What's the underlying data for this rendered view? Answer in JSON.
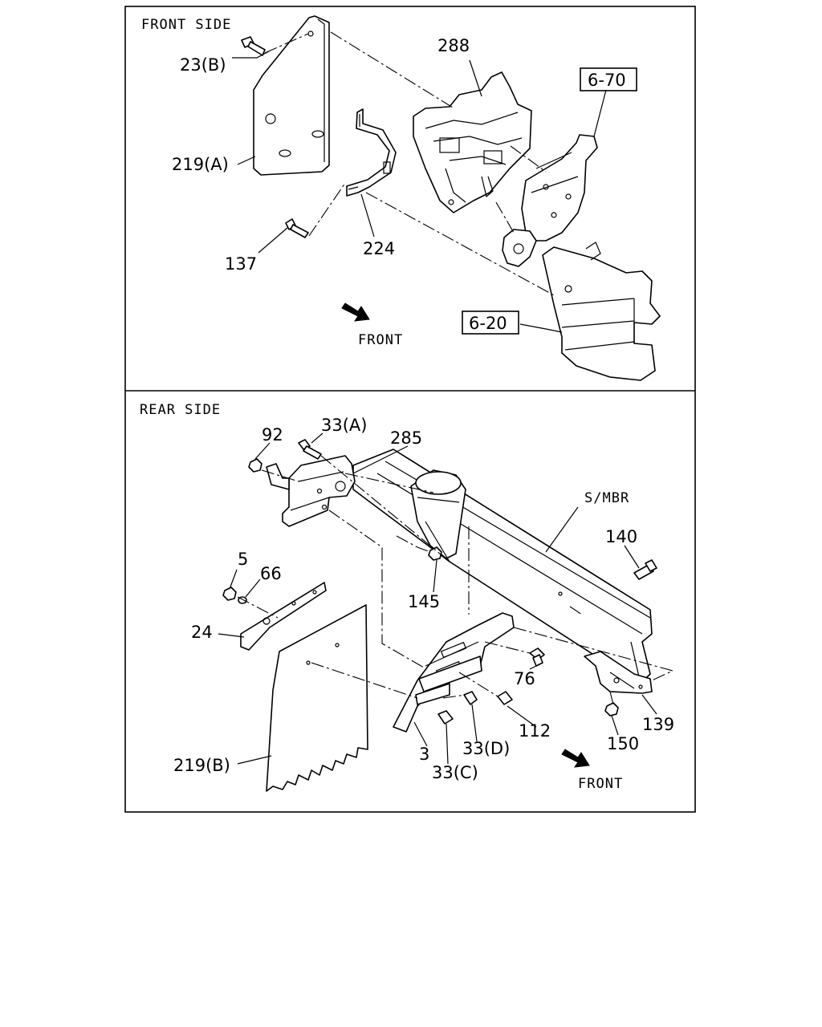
{
  "panels": {
    "front": {
      "title": "FRONT SIDE",
      "front_label": "FRONT"
    },
    "rear": {
      "title": "REAR SIDE",
      "front_label": "FRONT"
    }
  },
  "front_callouts": {
    "p23b": "23(B)",
    "p288": "288",
    "p670": "6-70",
    "p219a": "219(A)",
    "p137": "137",
    "p224": "224",
    "p620": "6-20"
  },
  "rear_callouts": {
    "p92": "92",
    "p33a": "33(A)",
    "p285": "285",
    "psmbr": "S/MBR",
    "p140": "140",
    "p5": "5",
    "p66": "66",
    "p145": "145",
    "p24": "24",
    "p76": "76",
    "p112": "112",
    "p139": "139",
    "p3": "3",
    "p33d": "33(D)",
    "p150": "150",
    "p33c": "33(C)",
    "p219b": "219(B)"
  }
}
